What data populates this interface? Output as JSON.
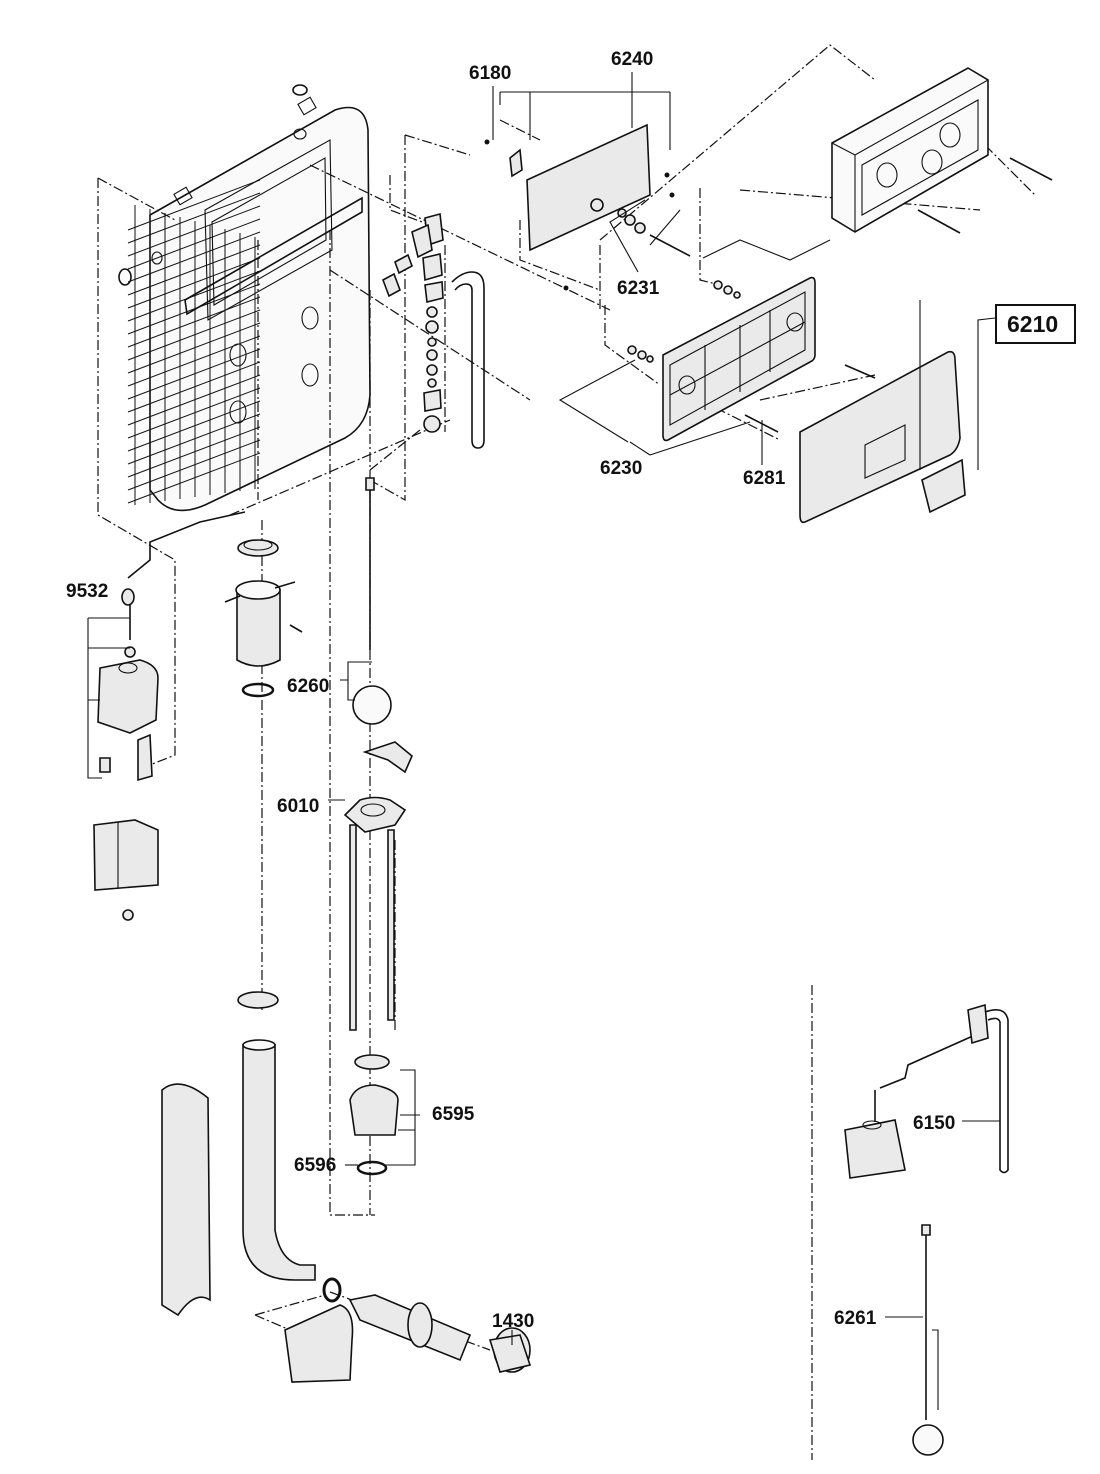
{
  "diagram": {
    "type": "exploded parts diagram",
    "subject": "concealed cistern assembly",
    "labels": {
      "p6180": "6180",
      "p6240": "6240",
      "p6231": "6231",
      "p6210": "6210",
      "p6230": "6230",
      "p6281": "6281",
      "p9532": "9532",
      "p6260": "6260",
      "p6010": "6010",
      "p6595": "6595",
      "p6596": "6596",
      "p1430": "1430",
      "p6150": "6150",
      "p6261": "6261"
    },
    "highlighted_label": "6210"
  }
}
